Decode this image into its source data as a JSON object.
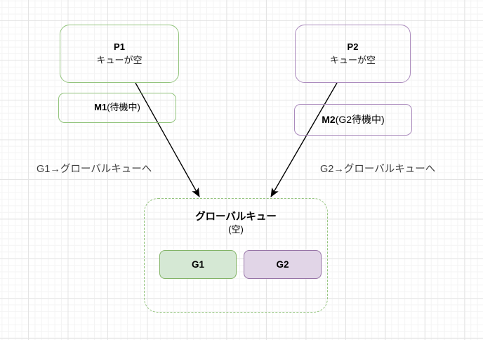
{
  "diagram": {
    "p1": {
      "title": "P1",
      "subtitle": "キューが空"
    },
    "p2": {
      "title": "P2",
      "subtitle": "キューが空"
    },
    "m1": {
      "name": "M1",
      "status": "(待機中)"
    },
    "m2": {
      "name": "M2",
      "status": "(G2待機中)"
    },
    "annotation_left": "G1→グローバルキューへ",
    "annotation_right": "G2→グローバルキューへ",
    "global_queue": {
      "title": "グローバルキュー",
      "subtitle": "(空)"
    },
    "g1": {
      "label": "G1"
    },
    "g2": {
      "label": "G2"
    },
    "colors": {
      "green_stroke": "#93c47d",
      "green_strong_stroke": "#82b366",
      "green_fill": "#d5e8d4",
      "purple_stroke": "#ab8bbd",
      "purple_strong_stroke": "#9673a6",
      "purple_fill": "#e1d5e7",
      "arrow": "#000000",
      "grid_minor": "#f4f4f4",
      "grid_major": "#e4e4e4"
    }
  }
}
